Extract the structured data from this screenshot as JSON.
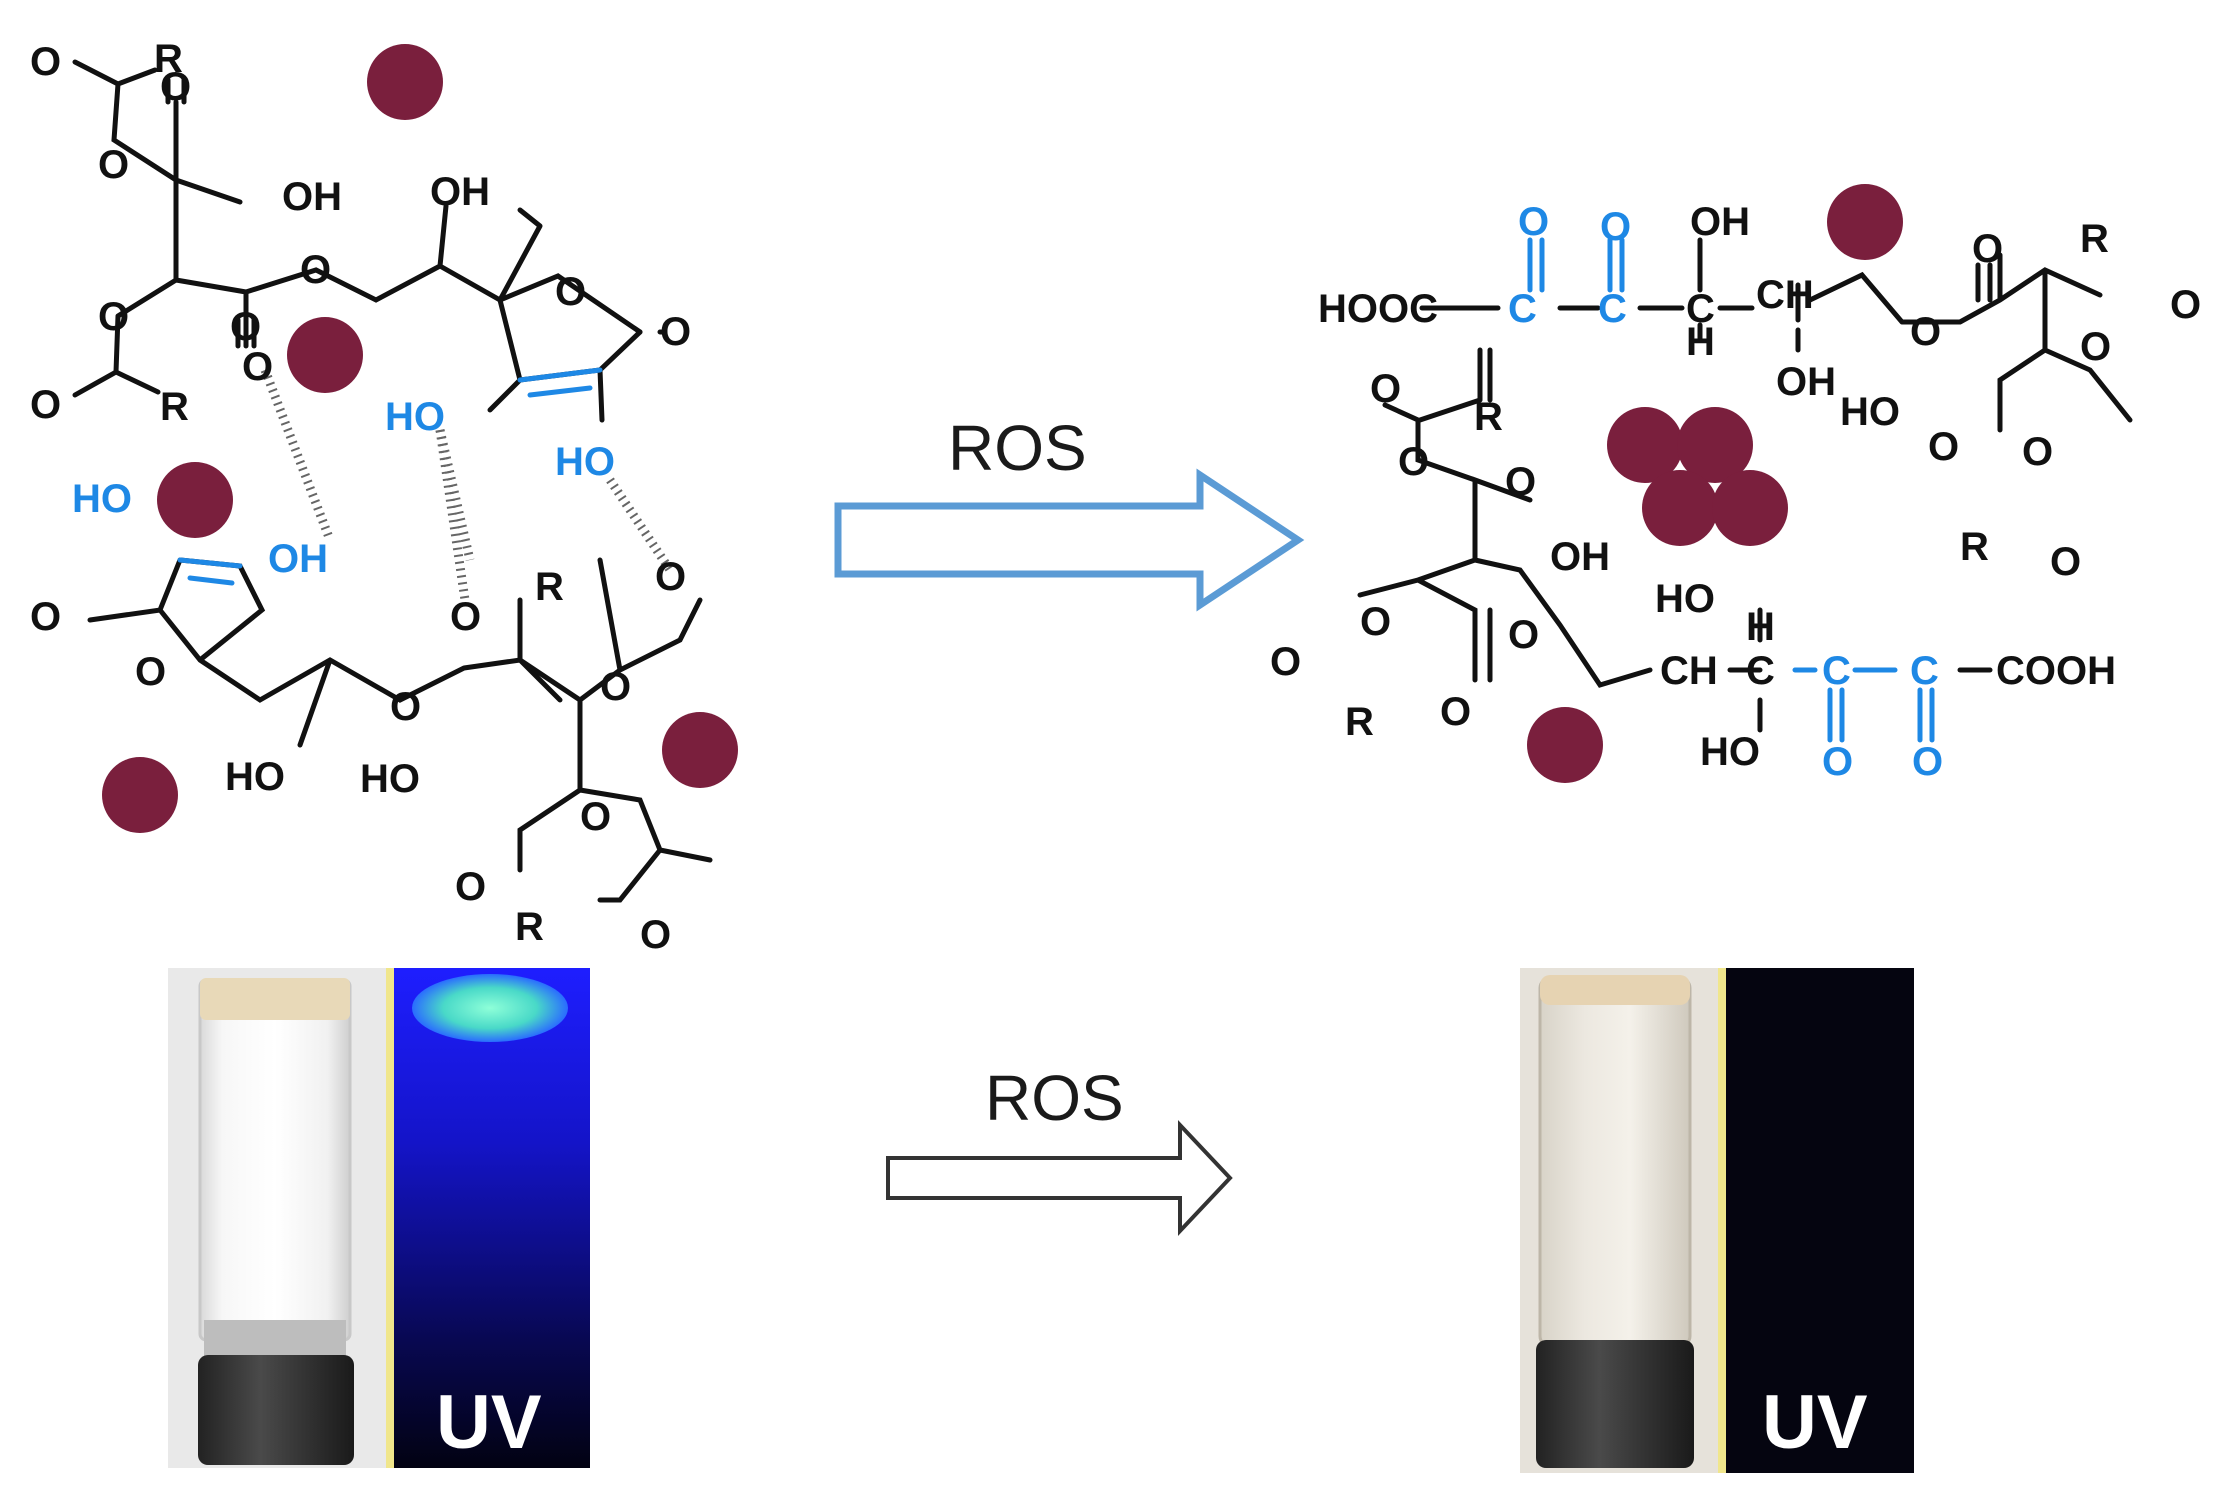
{
  "colors": {
    "molecule": "#111111",
    "highlight": "#1e88e5",
    "dot": "#7a1f3d",
    "arrow_top_stroke": "#5b9bd5",
    "uv_glow": "#1a1aff"
  },
  "top_arrow": {
    "label": "ROS"
  },
  "bottom_arrow": {
    "label": "ROS"
  },
  "left_structure": {
    "labels": {
      "o1": "O",
      "r1": "R",
      "o2": "O",
      "o3": "O",
      "oh1": "OH",
      "oh2": "OH",
      "o4": "O",
      "o5": "O",
      "o6": "O",
      "r2": "R",
      "o7": "O",
      "o8": "O",
      "o9": "O",
      "ho_blue1": "HO",
      "ho_blue2": "HO",
      "ho_blue3": "HO",
      "oh_blue4": "OH",
      "o10": "O",
      "o11": "O",
      "o12": "O",
      "o13": "O",
      "ho1": "HO",
      "r3": "R",
      "o14": "O",
      "o15": "O",
      "ho2": "HO",
      "o16": "O",
      "o17": "O",
      "r4": "R",
      "o18": "O",
      "o19": "O"
    }
  },
  "right_structure": {
    "labels": {
      "hooc": "HOOC",
      "c1": "C",
      "c2": "C",
      "o1": "O",
      "o2": "O",
      "oh1": "OH",
      "c3": "C",
      "h1": "H",
      "ch1": "CH",
      "oh2": "OH",
      "o3": "O",
      "o4": "O",
      "r1": "R",
      "o5": "O",
      "o6": "O",
      "ho1": "HO",
      "o7": "O",
      "o8": "O",
      "r2": "R",
      "o9": "O",
      "o10": "O",
      "r3": "R",
      "o11": "O",
      "o12": "O",
      "oh3": "OH",
      "o13": "O",
      "o14": "O",
      "r4": "R",
      "o15": "O",
      "o16": "O",
      "ho2": "HO",
      "ch2": "CH",
      "c4": "C",
      "h2": "H",
      "ho3": "HO",
      "c5": "C",
      "c6": "C",
      "cooh": "COOH",
      "o17": "O",
      "o18": "O"
    }
  },
  "vials": {
    "left_uv_label": "UV",
    "right_uv_label": "UV"
  }
}
